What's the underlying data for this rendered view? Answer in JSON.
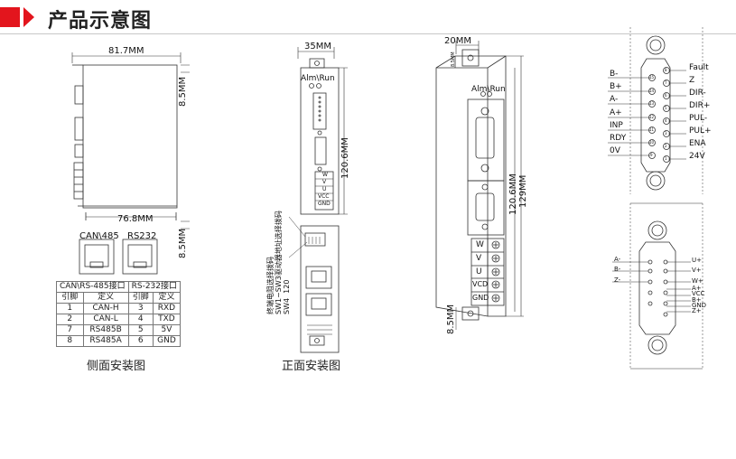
{
  "header": {
    "title": "产品示意图"
  },
  "side_view": {
    "width_top": "81.7MM",
    "width_bottom": "76.8MM",
    "height_top": "8.5MM",
    "height_bottom": "8.5MM",
    "port1": "CAN\\485",
    "port2": "RS232",
    "caption": "侧面安装图"
  },
  "pin_table": {
    "group1": "CAN\\RS-485接口",
    "group2": "RS-232接口",
    "headers": [
      "引脚",
      "定义",
      "引脚",
      "定义"
    ],
    "rows": [
      [
        "1",
        "CAN-H",
        "3",
        "RXD"
      ],
      [
        "2",
        "CAN-L",
        "4",
        "TXD"
      ],
      [
        "7",
        "RS485B",
        "5",
        "5V"
      ],
      [
        "8",
        "RS485A",
        "6",
        "GND"
      ]
    ]
  },
  "front_view": {
    "width": "35MM",
    "height": "120.6MM",
    "alm_run": "Alm\\Run",
    "switch_text": "终端电阻选择拨码\nSW1~SW3驱动器地址选择拨码\nSW4  120",
    "terminals": [
      "W",
      "V",
      "U",
      "VCC",
      "GND"
    ],
    "caption": "正面安装图"
  },
  "iso_view": {
    "width": "20MM",
    "small_dim": "8.5MM",
    "height1": "120.6MM",
    "height2": "129MM",
    "bottom_dim": "8.5MM",
    "alm_run": "Alm\\Run",
    "terminals": [
      "W",
      "V",
      "U",
      "VCD",
      "GND"
    ]
  },
  "db15": {
    "left_labels": [
      "B-",
      "B+",
      "A-",
      "A+",
      "INP",
      "RDY",
      "0V"
    ],
    "right_labels": [
      "Fault",
      "Z",
      "DIR-",
      "DIR+",
      "PUL-",
      "PUL+",
      "ENA",
      "24V"
    ],
    "left_pins": [
      "15",
      "14",
      "13",
      "12",
      "11",
      "10",
      "9"
    ],
    "right_pins": [
      "8",
      "7",
      "6",
      "5",
      "4",
      "3",
      "2",
      "1"
    ]
  },
  "db9": {
    "left_labels": [
      "A-",
      "B-",
      "Z-"
    ],
    "right_labels": [
      "U+",
      "V+",
      "W+",
      "A+",
      "VCC",
      "B+",
      "GND",
      "Z+"
    ]
  }
}
